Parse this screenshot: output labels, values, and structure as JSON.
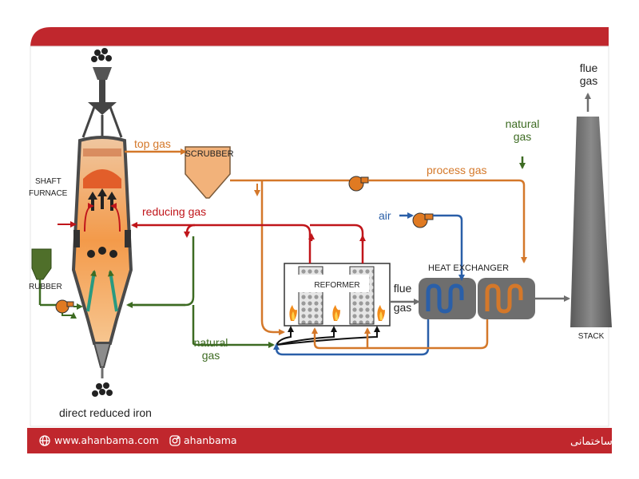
{
  "colors": {
    "accent_red": "#c0272d",
    "orange_flow": "#d4782a",
    "red_flow": "#c0151a",
    "green_flow": "#3d6b22",
    "blue_flow": "#2a5fa8",
    "grey_flow": "#6e6e6e"
  },
  "labels": {
    "flue_gas_top_1": "flue",
    "flue_gas_top_2": "gas",
    "natural_gas_top_1": "natural",
    "natural_gas_top_2": "gas",
    "top_gas": "top gas",
    "scrubber_top": "SCRUBBER",
    "process_gas": "process gas",
    "shaft_furnace_1": "SHAFT",
    "shaft_furnace_2": "FURNACE",
    "reducing_gas": "reducing gas",
    "air": "air",
    "heat_exchanger": "HEAT EXCHANGER",
    "reformer": "REFORMER",
    "flue_gas_mid_1": "flue",
    "flue_gas_mid_2": "gas",
    "scrubber_left": "RUBBER",
    "natural_gas_bottom_1": "natural",
    "natural_gas_bottom_2": "gas",
    "stack": "STACK",
    "direct_reduced_iron": "direct reduced iron"
  },
  "footer": {
    "website": "www.ahanbama.com",
    "instagram": "ahanbama",
    "tagline": "مشاوره و فروش آهن آلات صنعتی و ساختمانی"
  },
  "icons": {
    "website": "globe-icon",
    "instagram": "instagram-icon"
  }
}
